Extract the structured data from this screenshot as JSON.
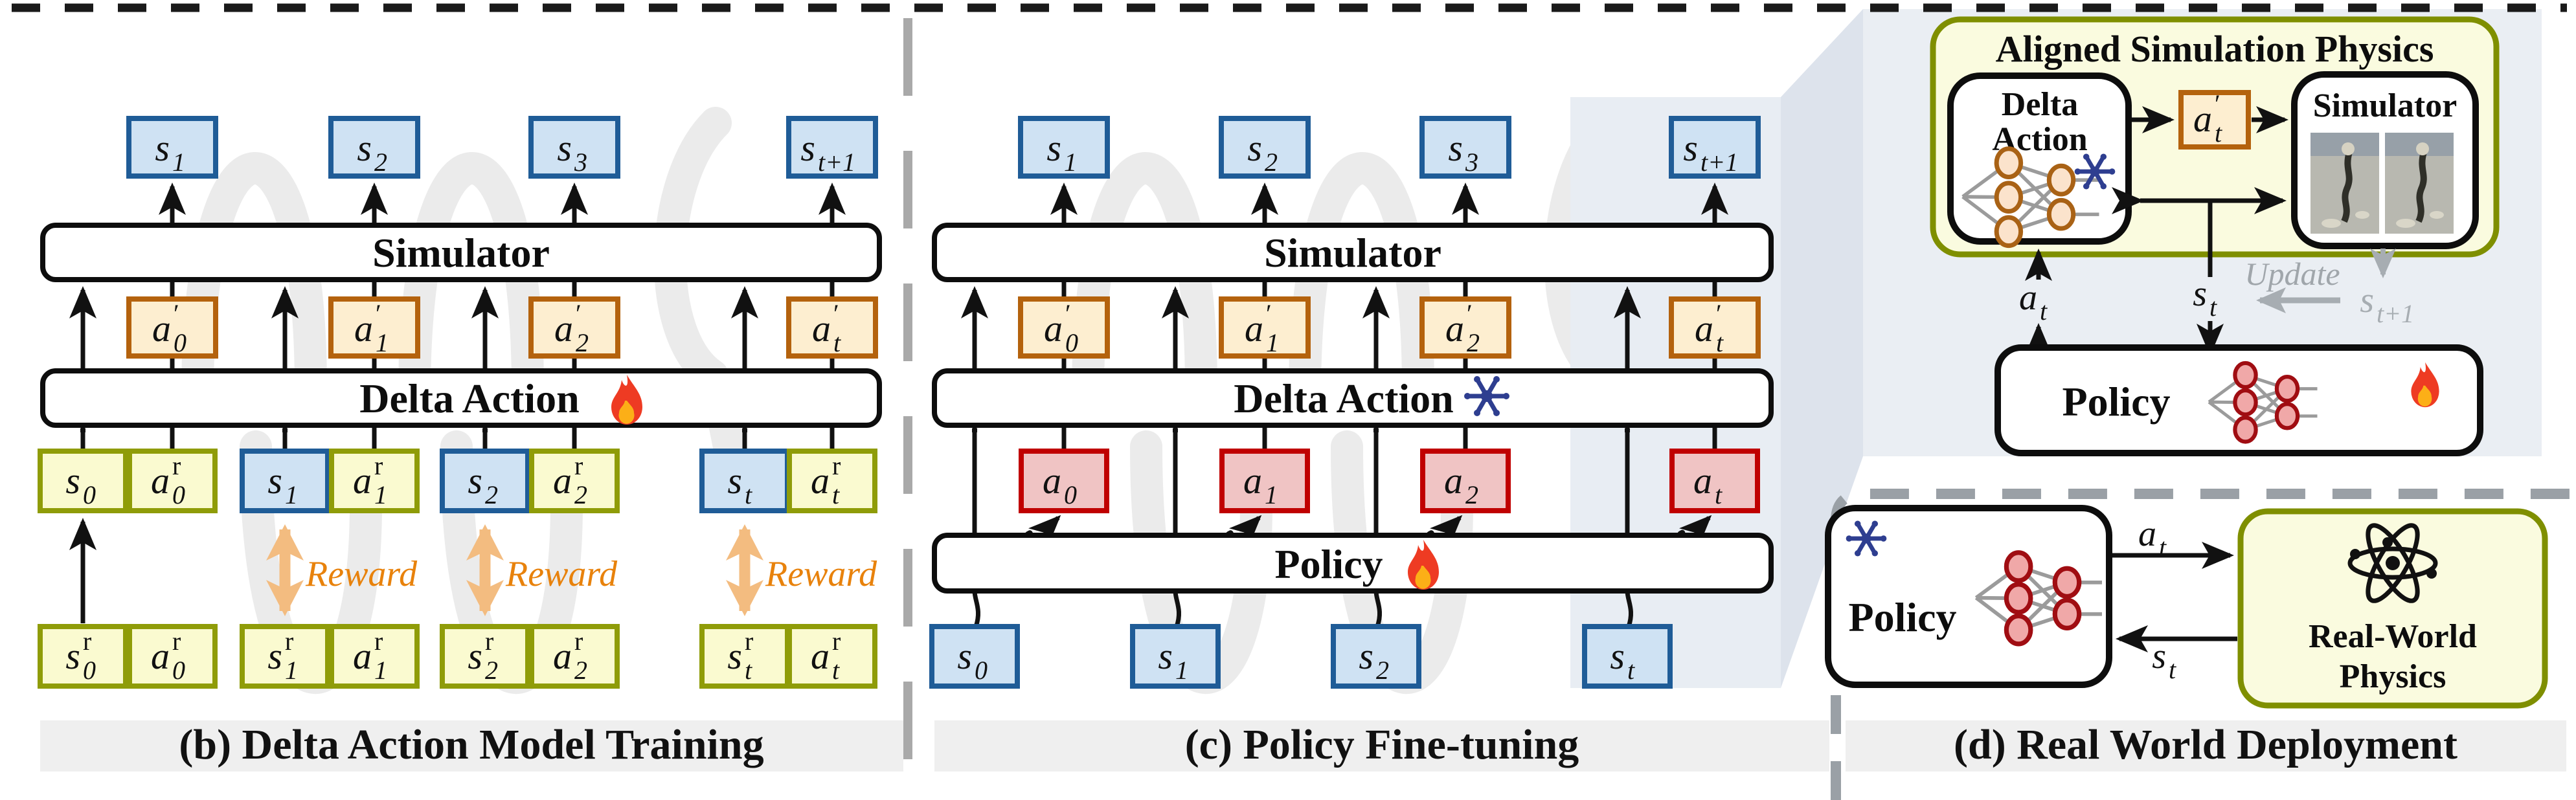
{
  "figure": {
    "caption_b": "(b) Delta Action Model Training",
    "caption_c": "(c) Policy Fine-tuning",
    "caption_d": "(d) Real World Deployment"
  },
  "colors": {
    "state_fill": "#cfe2f3",
    "state_border": "#1f5c97",
    "real_fill": "#fafad0",
    "real_border": "#8f9c08",
    "action_prime_fill": "#fdeed0",
    "action_prime_border": "#b4620d",
    "policy_action_fill": "#f0c4c4",
    "policy_action_border": "#c00000",
    "reward_arrow": "#f3bc80",
    "reward_text": "#e8820c",
    "caption_bg": "#efefef",
    "highlight_band": "#e8edf3",
    "panel_d_bg": "#eaeef3",
    "yellow_panel": "#fafbdf",
    "yellow_border": "#7f8f00",
    "gray_update": "#a7adb2"
  },
  "panel_b": {
    "labels": {
      "simulator": "Simulator",
      "delta_action": "Delta Action",
      "reward": "Reward"
    },
    "top_states": [
      {
        "b": "s",
        "sub": "1"
      },
      {
        "b": "s",
        "sub": "2"
      },
      {
        "b": "s",
        "sub": "3"
      },
      {
        "b": "s",
        "sub": "t+1"
      }
    ],
    "actions_prime": [
      {
        "b": "a",
        "sup": "′",
        "sub": "0"
      },
      {
        "b": "a",
        "sup": "′",
        "sub": "1"
      },
      {
        "b": "a",
        "sup": "′",
        "sub": "2"
      },
      {
        "b": "a",
        "sup": "′",
        "sub": "t"
      }
    ],
    "mid_pairs": [
      {
        "s": {
          "b": "s",
          "sub": "0"
        },
        "a": {
          "b": "a",
          "sup": "r",
          "sub": "0"
        }
      },
      {
        "s": {
          "b": "s",
          "sub": "1"
        },
        "a": {
          "b": "a",
          "sup": "r",
          "sub": "1"
        }
      },
      {
        "s": {
          "b": "s",
          "sub": "2"
        },
        "a": {
          "b": "a",
          "sup": "r",
          "sub": "2"
        }
      },
      {
        "s": {
          "b": "s",
          "sub": "t"
        },
        "a": {
          "b": "a",
          "sup": "r",
          "sub": "t"
        }
      }
    ],
    "bottom_pairs": [
      {
        "s": {
          "b": "s",
          "sup": "r",
          "sub": "0"
        },
        "a": {
          "b": "a",
          "sup": "r",
          "sub": "0"
        }
      },
      {
        "s": {
          "b": "s",
          "sup": "r",
          "sub": "1"
        },
        "a": {
          "b": "a",
          "sup": "r",
          "sub": "1"
        }
      },
      {
        "s": {
          "b": "s",
          "sup": "r",
          "sub": "2"
        },
        "a": {
          "b": "a",
          "sup": "r",
          "sub": "2"
        }
      },
      {
        "s": {
          "b": "s",
          "sup": "r",
          "sub": "t"
        },
        "a": {
          "b": "a",
          "sup": "r",
          "sub": "t"
        }
      }
    ]
  },
  "panel_c": {
    "labels": {
      "simulator": "Simulator",
      "delta_action": "Delta Action",
      "policy": "Policy"
    },
    "top_states": [
      {
        "b": "s",
        "sub": "1"
      },
      {
        "b": "s",
        "sub": "2"
      },
      {
        "b": "s",
        "sub": "3"
      },
      {
        "b": "s",
        "sub": "t+1"
      }
    ],
    "actions_prime": [
      {
        "b": "a",
        "sup": "′",
        "sub": "0"
      },
      {
        "b": "a",
        "sup": "′",
        "sub": "1"
      },
      {
        "b": "a",
        "sup": "′",
        "sub": "2"
      },
      {
        "b": "a",
        "sup": "′",
        "sub": "t"
      }
    ],
    "actions": [
      {
        "b": "a",
        "sub": "0"
      },
      {
        "b": "a",
        "sub": "1"
      },
      {
        "b": "a",
        "sub": "2"
      },
      {
        "b": "a",
        "sub": "t"
      }
    ],
    "bottom_states": [
      {
        "b": "s",
        "sub": "0"
      },
      {
        "b": "s",
        "sub": "1"
      },
      {
        "b": "s",
        "sub": "2"
      },
      {
        "b": "s",
        "sub": "t"
      }
    ]
  },
  "panel_d": {
    "aligned_title": "Aligned Simulation Physics",
    "delta_action_line1": "Delta",
    "delta_action_line2": "Action",
    "action_prime": {
      "b": "a",
      "sup": "′",
      "sub": "t"
    },
    "simulator": "Simulator",
    "a_t": {
      "b": "a",
      "sub": "t"
    },
    "s_t": {
      "b": "s",
      "sub": "t"
    },
    "update": "Update",
    "s_t_plus_1": {
      "b": "s",
      "sub": "t+1"
    },
    "policy_sim": "Policy",
    "policy_real": "Policy",
    "a_t_real": {
      "b": "a",
      "sub": "t"
    },
    "s_t_real": {
      "b": "s",
      "sub": "t"
    },
    "physics_line1": "Real-World",
    "physics_line2": "Physics"
  }
}
